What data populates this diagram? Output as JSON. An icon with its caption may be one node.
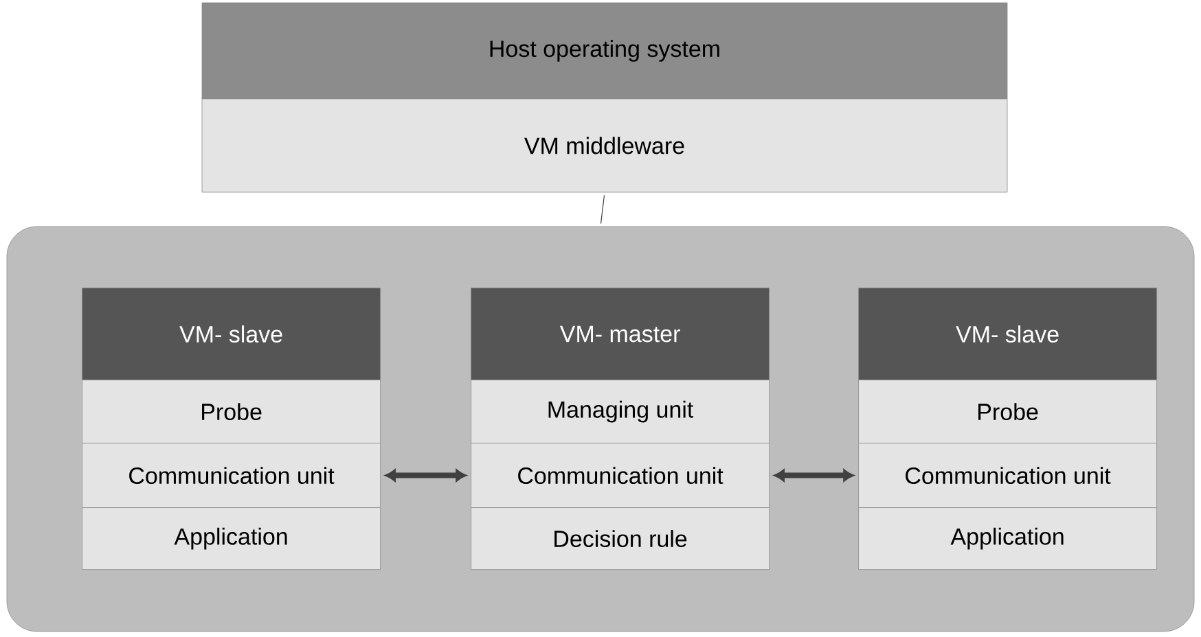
{
  "diagram": {
    "nodes": [
      {
        "text": [
          "Host operating system"
        ]
      },
      {
        "text": [
          "VM middleware"
        ]
      },
      {
        "text": [],
        "shape": "box"
      },
      {
        "text": [
          "VM- slave"
        ],
        "in": 2
      },
      {
        "text": [
          "Probe"
        ],
        "in": 2
      },
      {
        "text": [
          "Communication unit"
        ],
        "in": 2
      },
      {
        "text": [
          "Application"
        ],
        "in": 2
      },
      {
        "text": [
          "VM- master"
        ],
        "in": 2
      },
      {
        "text": [
          "Managing unit"
        ],
        "in": 2
      },
      {
        "text": [
          "Communication unit"
        ],
        "in": 2
      },
      {
        "text": [
          "Decision rule"
        ],
        "in": 2
      },
      {
        "text": [
          "VM- slave"
        ],
        "in": 2
      },
      {
        "text": [
          "Probe"
        ],
        "in": 2
      },
      {
        "text": [
          "Communication unit"
        ],
        "in": 2
      },
      {
        "text": [
          "Application"
        ],
        "in": 2
      }
    ],
    "edges": [
      {
        "from": 1,
        "to": 2,
        "arrow": "none"
      },
      {
        "from": 5,
        "to": 9,
        "arrow": "both"
      },
      {
        "from": 9,
        "to": 13,
        "arrow": "both"
      }
    ]
  }
}
